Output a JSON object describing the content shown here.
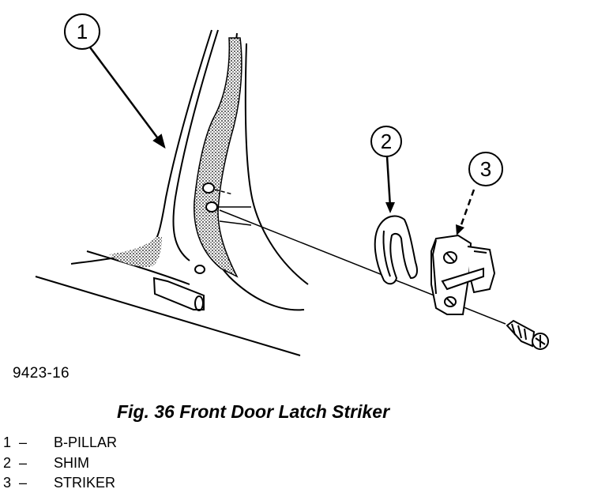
{
  "figure_code": "9423-16",
  "caption": "Fig. 36 Front Door Latch Striker",
  "callouts": [
    "1",
    "2",
    "3"
  ],
  "legend": [
    {
      "num": "1",
      "dash": "–",
      "label": "B-PILLAR"
    },
    {
      "num": "2",
      "dash": "–",
      "label": "SHIM"
    },
    {
      "num": "3",
      "dash": "–",
      "label": "STRIKER"
    }
  ]
}
